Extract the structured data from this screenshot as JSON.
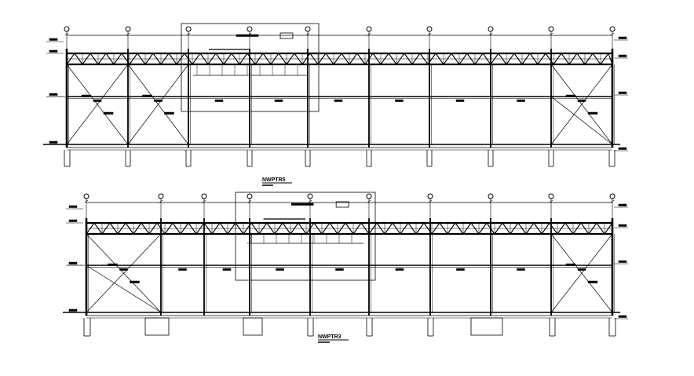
{
  "drawing": {
    "elevations": [
      {
        "id": "upper",
        "title": "NWPTR5"
      },
      {
        "id": "lower",
        "title": "NWPTR3"
      }
    ]
  },
  "colors": {
    "ink": "#000000",
    "paper": "#ffffff"
  }
}
